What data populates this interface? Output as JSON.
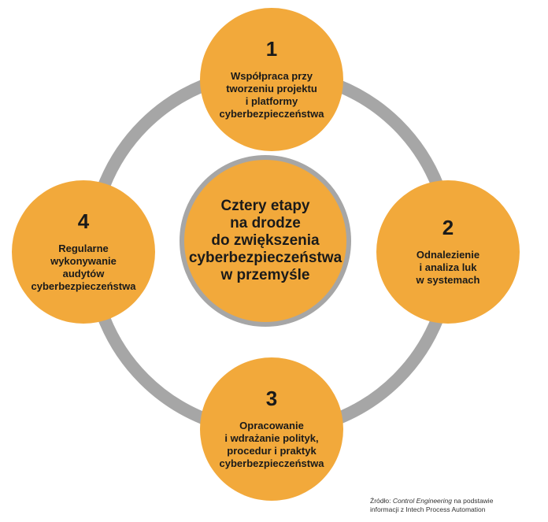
{
  "colors": {
    "circle_fill": "#F2A93B",
    "ring": "#A6A6A6",
    "text": "#1a1a1a"
  },
  "center": {
    "lines": [
      "Cztery etapy",
      "na drodze",
      "do zwiększenia",
      "cyberbezpieczeństwa",
      "w przemyśle"
    ]
  },
  "stages": [
    {
      "number": "1",
      "lines": [
        "Współpraca przy",
        "tworzeniu projektu",
        "i platformy",
        "cyberbezpieczeństwa"
      ]
    },
    {
      "number": "2",
      "lines": [
        "Odnalezienie",
        "i analiza luk",
        "w systemach"
      ]
    },
    {
      "number": "3",
      "lines": [
        "Opracowanie",
        "i wdrażanie polityk,",
        "procedur i praktyk",
        "cyberbezpieczeństwa"
      ]
    },
    {
      "number": "4",
      "lines": [
        "Regularne",
        "wykonywanie",
        "audytów",
        "cyberbezpieczeństwa"
      ]
    }
  ],
  "source": {
    "prefix": "Źródło: ",
    "name": "Control Engineering",
    "suffix": " na podstawie",
    "line2": "informacji z Intech Process Automation"
  }
}
